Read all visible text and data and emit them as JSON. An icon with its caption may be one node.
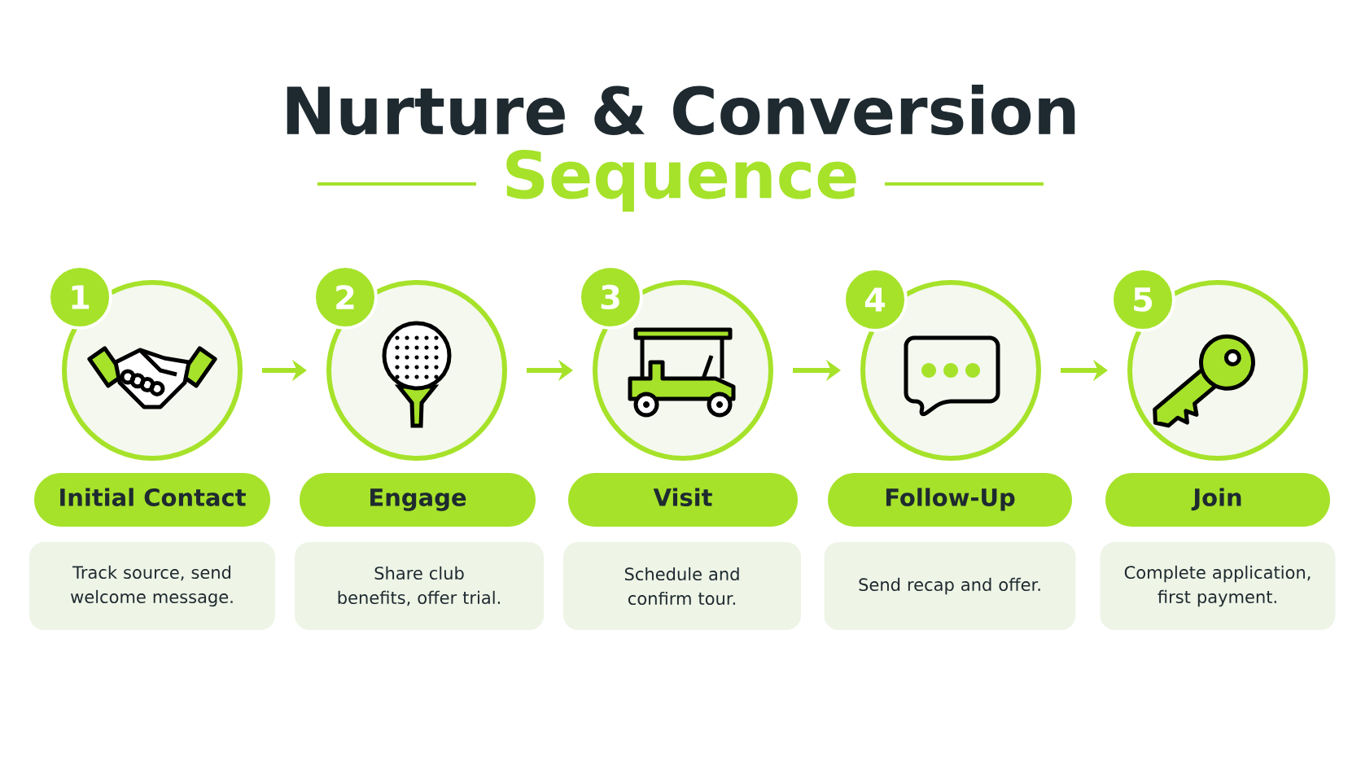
{
  "diagram": {
    "title": "Nurture & Conversion",
    "nodes": [
      {
        "text": [
          "1"
        ]
      },
      {
        "text": [],
        "shape": "circle"
      },
      {
        "text": [
          "Initial Contact"
        ]
      },
      {
        "text": [
          "Track source, send welcome message."
        ]
      },
      {
        "text": [
          "2"
        ]
      },
      {
        "text": [],
        "shape": "circle"
      },
      {
        "text": [
          "Engage"
        ]
      },
      {
        "text": [
          "Share club benefits, offer trial."
        ]
      },
      {
        "text": [
          "3"
        ]
      },
      {
        "text": [],
        "shape": "circle"
      },
      {
        "text": [
          "Visit"
        ]
      },
      {
        "text": [
          "Schedule and confirm tour."
        ]
      },
      {
        "text": [
          "4"
        ]
      },
      {
        "text": [],
        "shape": "circle"
      },
      {
        "text": [
          "Follow-Up"
        ]
      },
      {
        "text": [
          "Send recap and offer."
        ]
      },
      {
        "text": [
          "5"
        ]
      },
      {
        "text": [],
        "shape": "circle"
      },
      {
        "text": [
          "Join"
        ]
      },
      {
        "text": [
          "Complete application, first payment."
        ]
      }
    ],
    "edges": [
      {
        "from": 1,
        "to": 5,
        "arrow": "to"
      },
      {
        "from": 5,
        "to": 9,
        "arrow": "to"
      },
      {
        "from": 9,
        "to": 13,
        "arrow": "to"
      },
      {
        "from": 13,
        "to": 17,
        "arrow": "to"
      }
    ],
    "labels": [
      "Sequence"
    ]
  }
}
